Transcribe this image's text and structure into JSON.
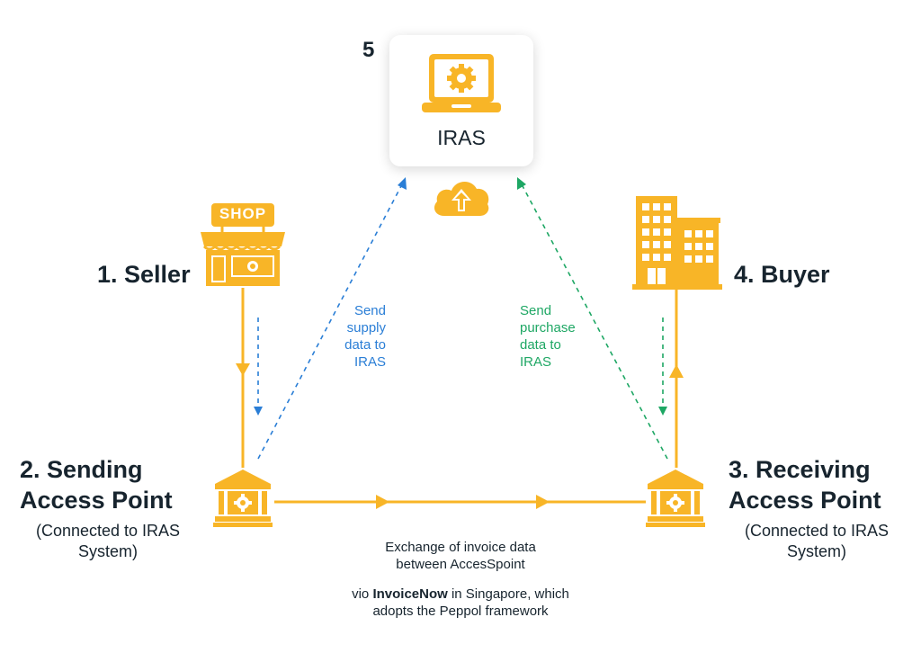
{
  "iras": {
    "number": "5",
    "label": "IRAS"
  },
  "nodes": {
    "seller": {
      "title": "1. Seller"
    },
    "sending": {
      "title_line1": "2. Sending",
      "title_line2": "Access Point",
      "sub_line1": "(Connected to IRAS",
      "sub_line2": "System)"
    },
    "receiving": {
      "title_line1": "3. Receiving",
      "title_line2": "Access Point",
      "sub_line1": "(Connected to IRAS",
      "sub_line2": "System)"
    },
    "buyer": {
      "title": "4. Buyer"
    }
  },
  "icons": {
    "shop_sign": "SHOP",
    "shop": "shop-icon",
    "buildings": "buildings-icon",
    "bank_sending": "bank-gear-icon",
    "bank_receiving": "bank-gear-icon",
    "laptop": "laptop-gear-icon",
    "cloud": "cloud-upload-icon"
  },
  "flows": {
    "supply": {
      "line1": "Send",
      "line2": "supply",
      "line3": "data to",
      "line4": "IRAS"
    },
    "purchase": {
      "line1": "Send",
      "line2": "purchase",
      "line3": "data to",
      "line4": "IRAS"
    }
  },
  "exchange": {
    "line1": "Exchange of invoice data",
    "line2": "between AccesSpoint",
    "line3_prefix": "vio ",
    "line3_bold": "InvoiceNow",
    "line3_suffix": " in Singapore, which",
    "line4": "adopts the Peppol framework"
  },
  "colors": {
    "accent": "#f8b527",
    "accent_dark": "#f0a00a",
    "blue": "#2a7ed6",
    "green": "#1ea764",
    "text": "#17242e"
  }
}
